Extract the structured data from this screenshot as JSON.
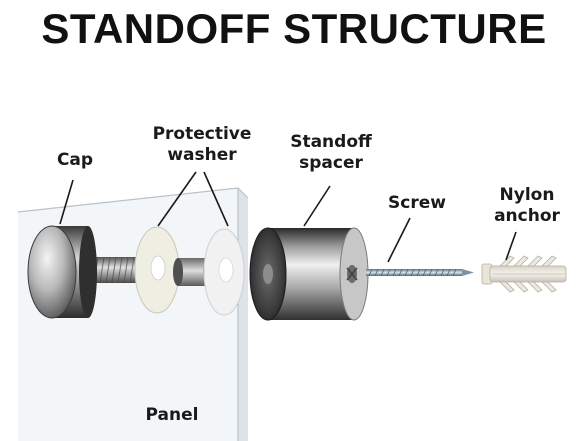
{
  "title": "STANDOFF STRUCTURE",
  "labels": {
    "cap": "Cap",
    "washer_line1": "Protective",
    "washer_line2": "washer",
    "spacer_line1": "Standoff",
    "spacer_line2": "spacer",
    "screw": "Screw",
    "anchor_line1": "Nylon",
    "anchor_line2": "anchor",
    "panel": "Panel"
  }
}
